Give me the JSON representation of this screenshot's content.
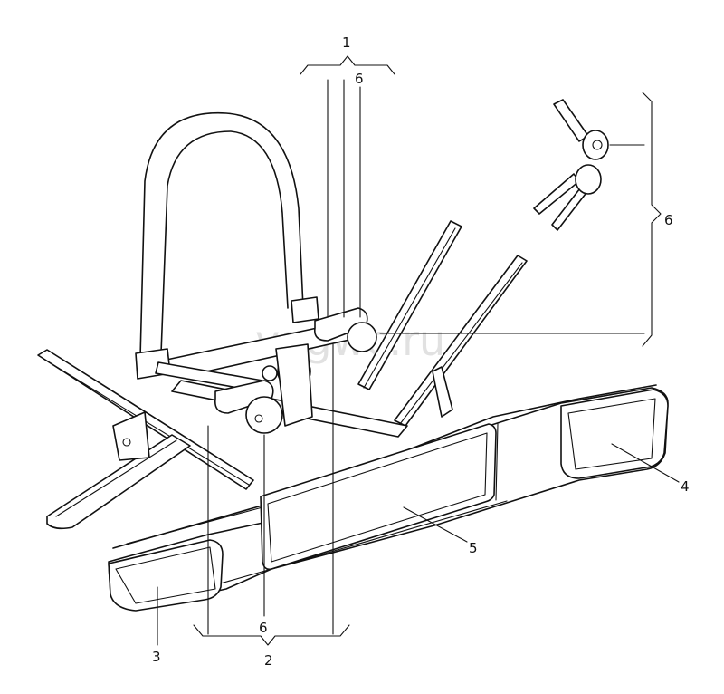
{
  "watermark": "vagwc.ru",
  "callouts": {
    "bike_holder_bracket": "1",
    "wheel_holder_bracket": "2",
    "tail_light_left": "3",
    "tail_light_right": "4",
    "license_plate": "5",
    "lock_set_top": "6",
    "lock_set_keys": "6",
    "lock_set_bottom": "6"
  }
}
